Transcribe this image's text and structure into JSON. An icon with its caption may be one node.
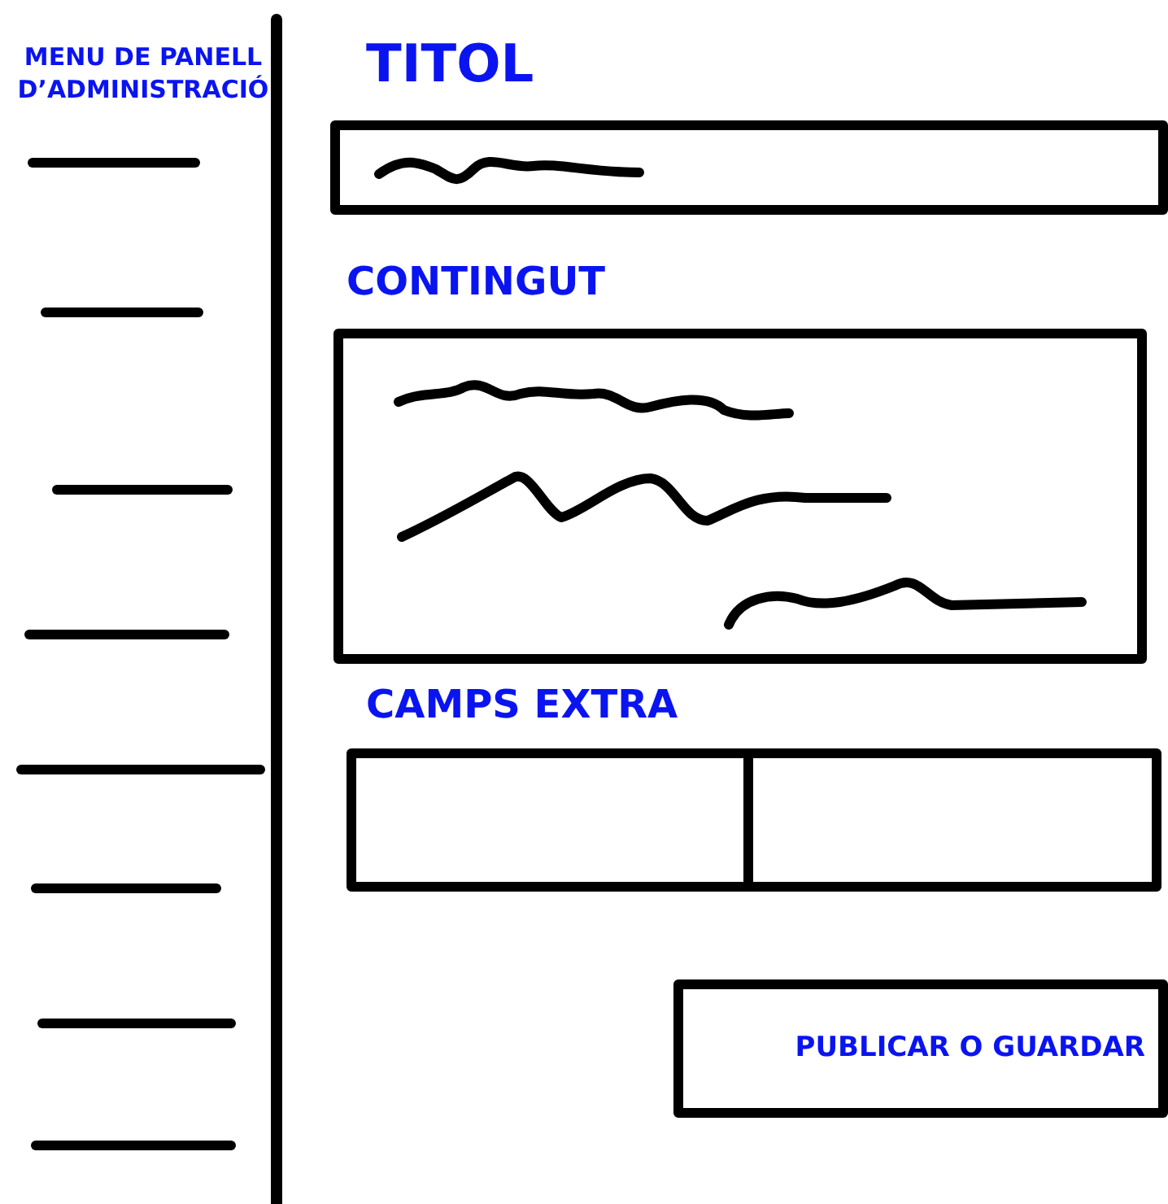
{
  "diagram": {
    "nodes": [
      {
        "text": [
          "TITOL"
        ]
      },
      {
        "text": [
          "CONTINGUT"
        ]
      },
      {
        "text": [
          "CAMPS EXTRA"
        ]
      },
      {
        "text": [],
        "shape": "box",
        "in": 2
      },
      {
        "text": [],
        "shape": "box",
        "in": 2
      },
      {
        "text": [
          "PUBLICAR O GUARDAR"
        ]
      }
    ],
    "labels": [
      "MENU DE PANELL D’ADMINISTRACIÓ"
    ]
  }
}
